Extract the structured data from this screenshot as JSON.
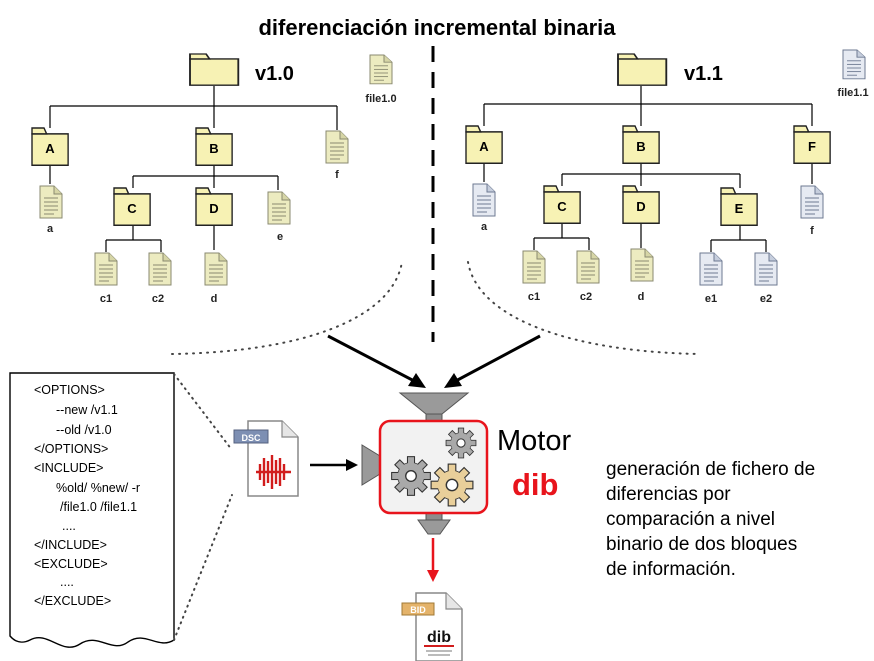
{
  "title": "diferenciación incremental binaria",
  "tree_left": {
    "root_label": "v1.0",
    "package_file": "file1.0",
    "folders": [
      "A",
      "B",
      "C",
      "D"
    ],
    "files": [
      "a",
      "f",
      "e",
      "c1",
      "c2",
      "d"
    ]
  },
  "tree_right": {
    "root_label": "v1.1",
    "package_file": "file1.1",
    "folders": [
      "A",
      "B",
      "F",
      "C",
      "D",
      "E"
    ],
    "files": [
      "a",
      "f",
      "c1",
      "c2",
      "d",
      "e1",
      "e2"
    ]
  },
  "config_lines": [
    "<OPTIONS>",
    "--new /v1.1",
    "--old /v1.0",
    "</OPTIONS>",
    "<INCLUDE>",
    "%old/ %new/ -r",
    "/file1.0 /file1.1",
    "....",
    "</INCLUDE>",
    "<EXCLUDE>",
    "....",
    "</EXCLUDE>"
  ],
  "dsc_badge": "DSC",
  "bid_badge": "BID",
  "bid_logo": "dib",
  "engine": {
    "label": "Motor",
    "brand": "dib",
    "brand_color": "#e8141c",
    "border_color": "#e8141c"
  },
  "description": [
    "generación de fichero de",
    "diferencias por",
    "comparación a nivel",
    "binario de dos bloques",
    "de información."
  ],
  "colors": {
    "folder_fill": "#f7f2b4",
    "file_unchanged": "#ecebc0",
    "file_changed": "#e6eaf2",
    "output_arrow": "#e8141c"
  }
}
